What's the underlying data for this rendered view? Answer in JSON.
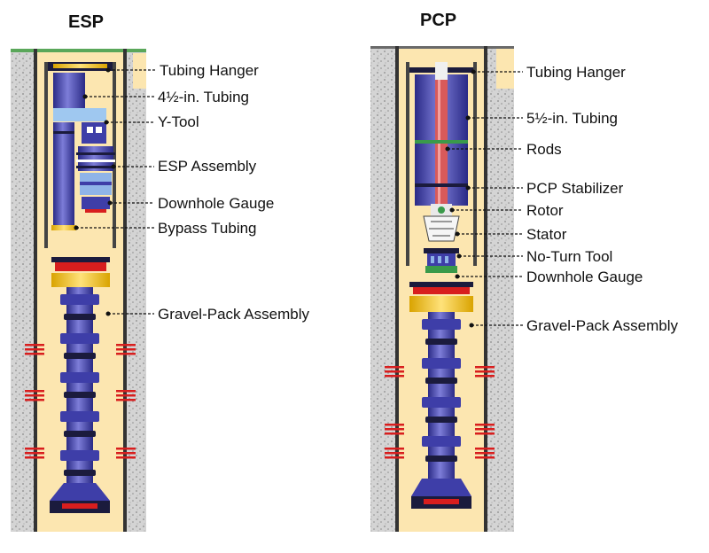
{
  "colors": {
    "annulus": "#fce6b0",
    "casing": "#c9c9c9",
    "pipe": "#3e3ea8",
    "pipe_light": "#9d9de0",
    "joint": "#1b1b3d",
    "perforation": "#d81e1e",
    "rod": "#d85a5a",
    "accent_green": "#3a9a4a",
    "accent_yellow": "#e6b800"
  },
  "esp": {
    "title": "ESP",
    "labels": [
      "Tubing Hanger",
      "4½-in. Tubing",
      "Y-Tool",
      "ESP Assembly",
      "Downhole Gauge",
      "Bypass Tubing",
      "Gravel-Pack Assembly"
    ]
  },
  "pcp": {
    "title": "PCP",
    "labels": [
      "Tubing Hanger",
      "5½-in. Tubing",
      "Rods",
      "PCP Stabilizer",
      "Rotor",
      "Stator",
      "No-Turn Tool",
      "Downhole Gauge",
      "Gravel-Pack Assembly"
    ]
  }
}
